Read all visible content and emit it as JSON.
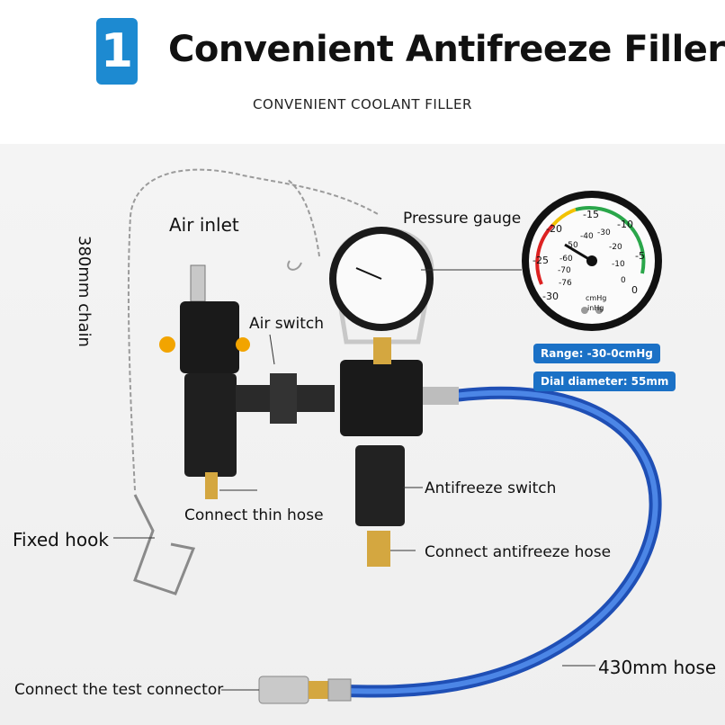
{
  "header": {
    "badge_number": "1",
    "title": "Convenient Antifreeze Filler",
    "subtitle": "CONVENIENT COOLANT FILLER"
  },
  "labels": {
    "air_inlet": "Air inlet",
    "chain": "380mm chain",
    "pressure_gauge": "Pressure gauge",
    "air_switch": "Air switch",
    "connect_thin_hose": "Connect thin hose",
    "fixed_hook": "Fixed hook",
    "antifreeze_switch": "Antifreeze switch",
    "connect_antifreeze_hose": "Connect antifreeze hose",
    "hose_length": "430mm hose",
    "test_connector": "Connect the test connector"
  },
  "specs": {
    "range": "Range: -30-0cmHg",
    "dial_diameter": "Dial diameter: 55mm"
  },
  "gauge": {
    "outer_ticks": [
      "-30",
      "-25",
      "-20",
      "-15",
      "-10",
      "-5",
      "0"
    ],
    "inner_ticks": [
      "-76",
      "-70",
      "-60",
      "-50",
      "-40",
      "-30",
      "-20",
      "-10",
      "0"
    ],
    "unit_top": "cmHg",
    "unit_bottom": "inHg"
  },
  "colors": {
    "badge": "#1d8ad1",
    "pill": "#1b71c6",
    "hose": "#2a5fc9",
    "body": "#1a1a1a",
    "brass": "#d4a740"
  }
}
